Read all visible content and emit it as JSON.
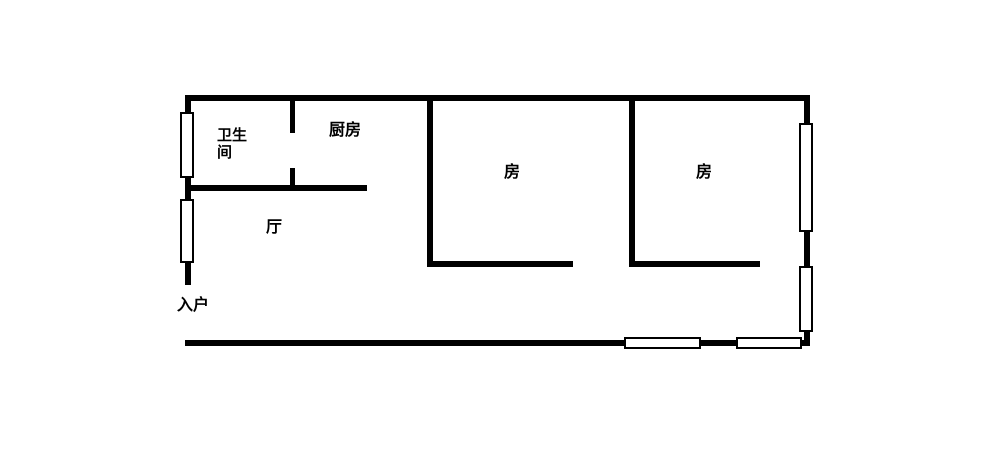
{
  "floorplan": {
    "title": "apartment-floorplan",
    "labels": {
      "bathroom": "卫生间",
      "kitchen": "厨房",
      "hall": "厅",
      "room1": "房",
      "room2": "房",
      "entrance": "入户"
    },
    "colors": {
      "wall": "#000000",
      "background": "#ffffff"
    }
  }
}
